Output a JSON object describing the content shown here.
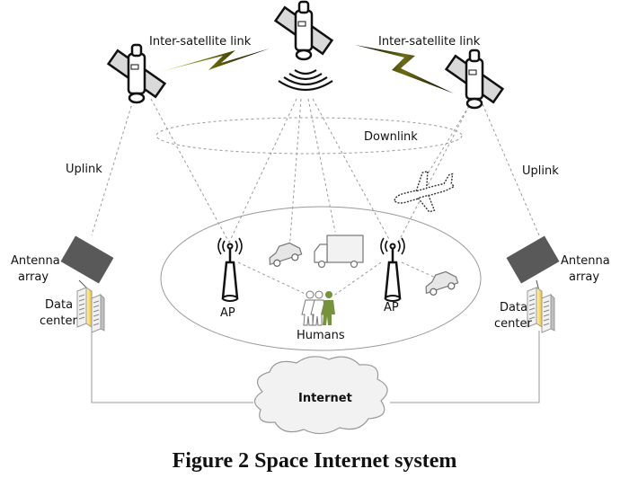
{
  "figure": {
    "caption": "Figure 2 Space Internet system"
  },
  "labels": {
    "isl_left": "Inter-satellite link",
    "isl_right": "Inter-satellite link",
    "downlink": "Downlink",
    "uplink_left": "Uplink",
    "uplink_right": "Uplink",
    "antenna_left_1": "Antenna",
    "antenna_left_2": "array",
    "antenna_right_1": "Antenna",
    "antenna_right_2": "array",
    "dc_left_1": "Data",
    "dc_left_2": "center",
    "dc_right_1": "Data",
    "dc_right_2": "center",
    "ap_left": "AP",
    "ap_right": "AP",
    "humans": "Humans",
    "internet": "Internet"
  },
  "colors": {
    "panel_gray": "#d9d9d9",
    "antenna_dark": "#595959",
    "human_green": "#76923c",
    "line_gray": "#9a9a9a",
    "bolt_yellow": "#c9c400"
  }
}
